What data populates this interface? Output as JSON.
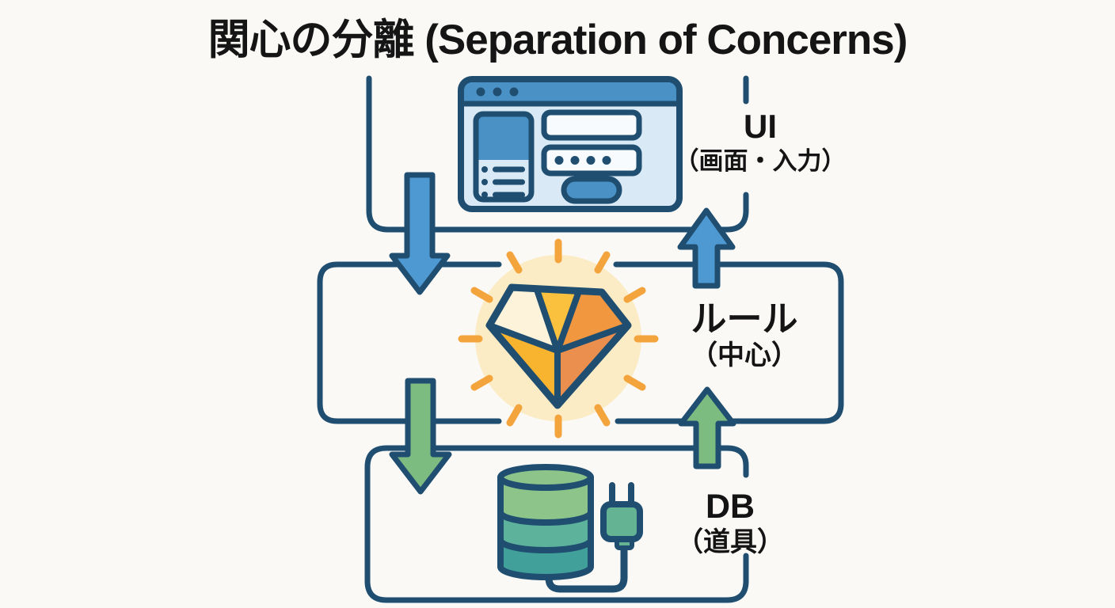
{
  "title": "関心の分離 (Separation of Concerns)",
  "layers": {
    "ui": {
      "name": "UI",
      "subtitle": "（画面・入力）",
      "icon": "browser-window-icon"
    },
    "rules": {
      "name": "ルール",
      "subtitle": "（中心）",
      "icon": "diamond-gem-icon"
    },
    "db": {
      "name": "DB",
      "subtitle": "（道具）",
      "icon": "database-plug-icon"
    }
  },
  "arrows": [
    {
      "from": "ui",
      "to": "rules",
      "direction": "down",
      "color": "#4f99d3"
    },
    {
      "from": "rules",
      "to": "ui",
      "direction": "up",
      "color": "#4f99d3"
    },
    {
      "from": "rules",
      "to": "db",
      "direction": "down",
      "color": "#7cbc81"
    },
    {
      "from": "db",
      "to": "rules",
      "direction": "up",
      "color": "#7cbc81"
    }
  ],
  "colors": {
    "background": "#faf9f6",
    "title_text": "#151515",
    "outline_navy": "#1f4e70",
    "arrow_blue": "#4f99d3",
    "arrow_green": "#7cbc81",
    "browser_blue": "#4a92c6",
    "browser_light": "#d9eaf6",
    "field_white": "#f7fbfe",
    "glow_cream": "#fcecc5",
    "ray_orange": "#f3a43d",
    "gem_cream": "#fdf3da",
    "gem_yellow_mid": "#f9c13e",
    "gem_orange_crown": "#f0973f",
    "gem_gold": "#f8b32f",
    "gem_orange_deep": "#ea8f4e",
    "db_green_top": "#8cc489",
    "db_teal_mid": "#5db29b",
    "db_teal_deep": "#42a09b",
    "plug_green": "#64b494"
  }
}
